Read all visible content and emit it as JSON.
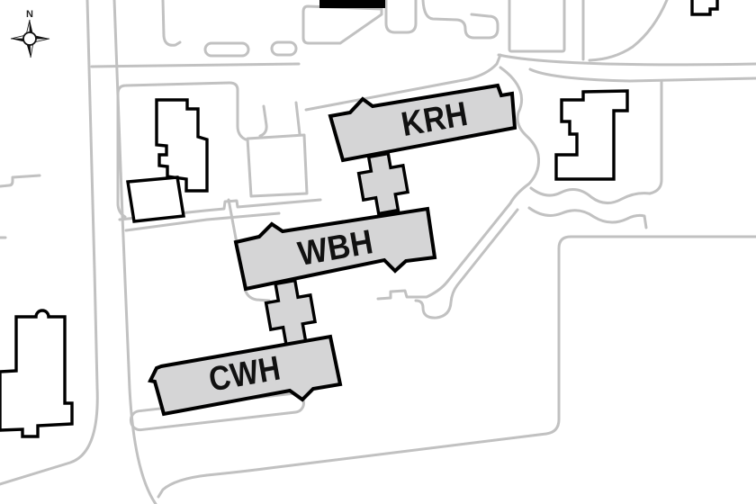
{
  "compass": {
    "label": "N"
  },
  "buildings": [
    {
      "abbr": "KRH",
      "kind": "highlighted"
    },
    {
      "abbr": "WBH",
      "kind": "highlighted"
    },
    {
      "abbr": "CWH",
      "kind": "highlighted"
    }
  ],
  "colors": {
    "background": "#ffffff",
    "walkway": "#c1c1c1",
    "building_outline": "#000000",
    "highlight_fill": "#d5d5d6",
    "solid_building": "#000000"
  }
}
